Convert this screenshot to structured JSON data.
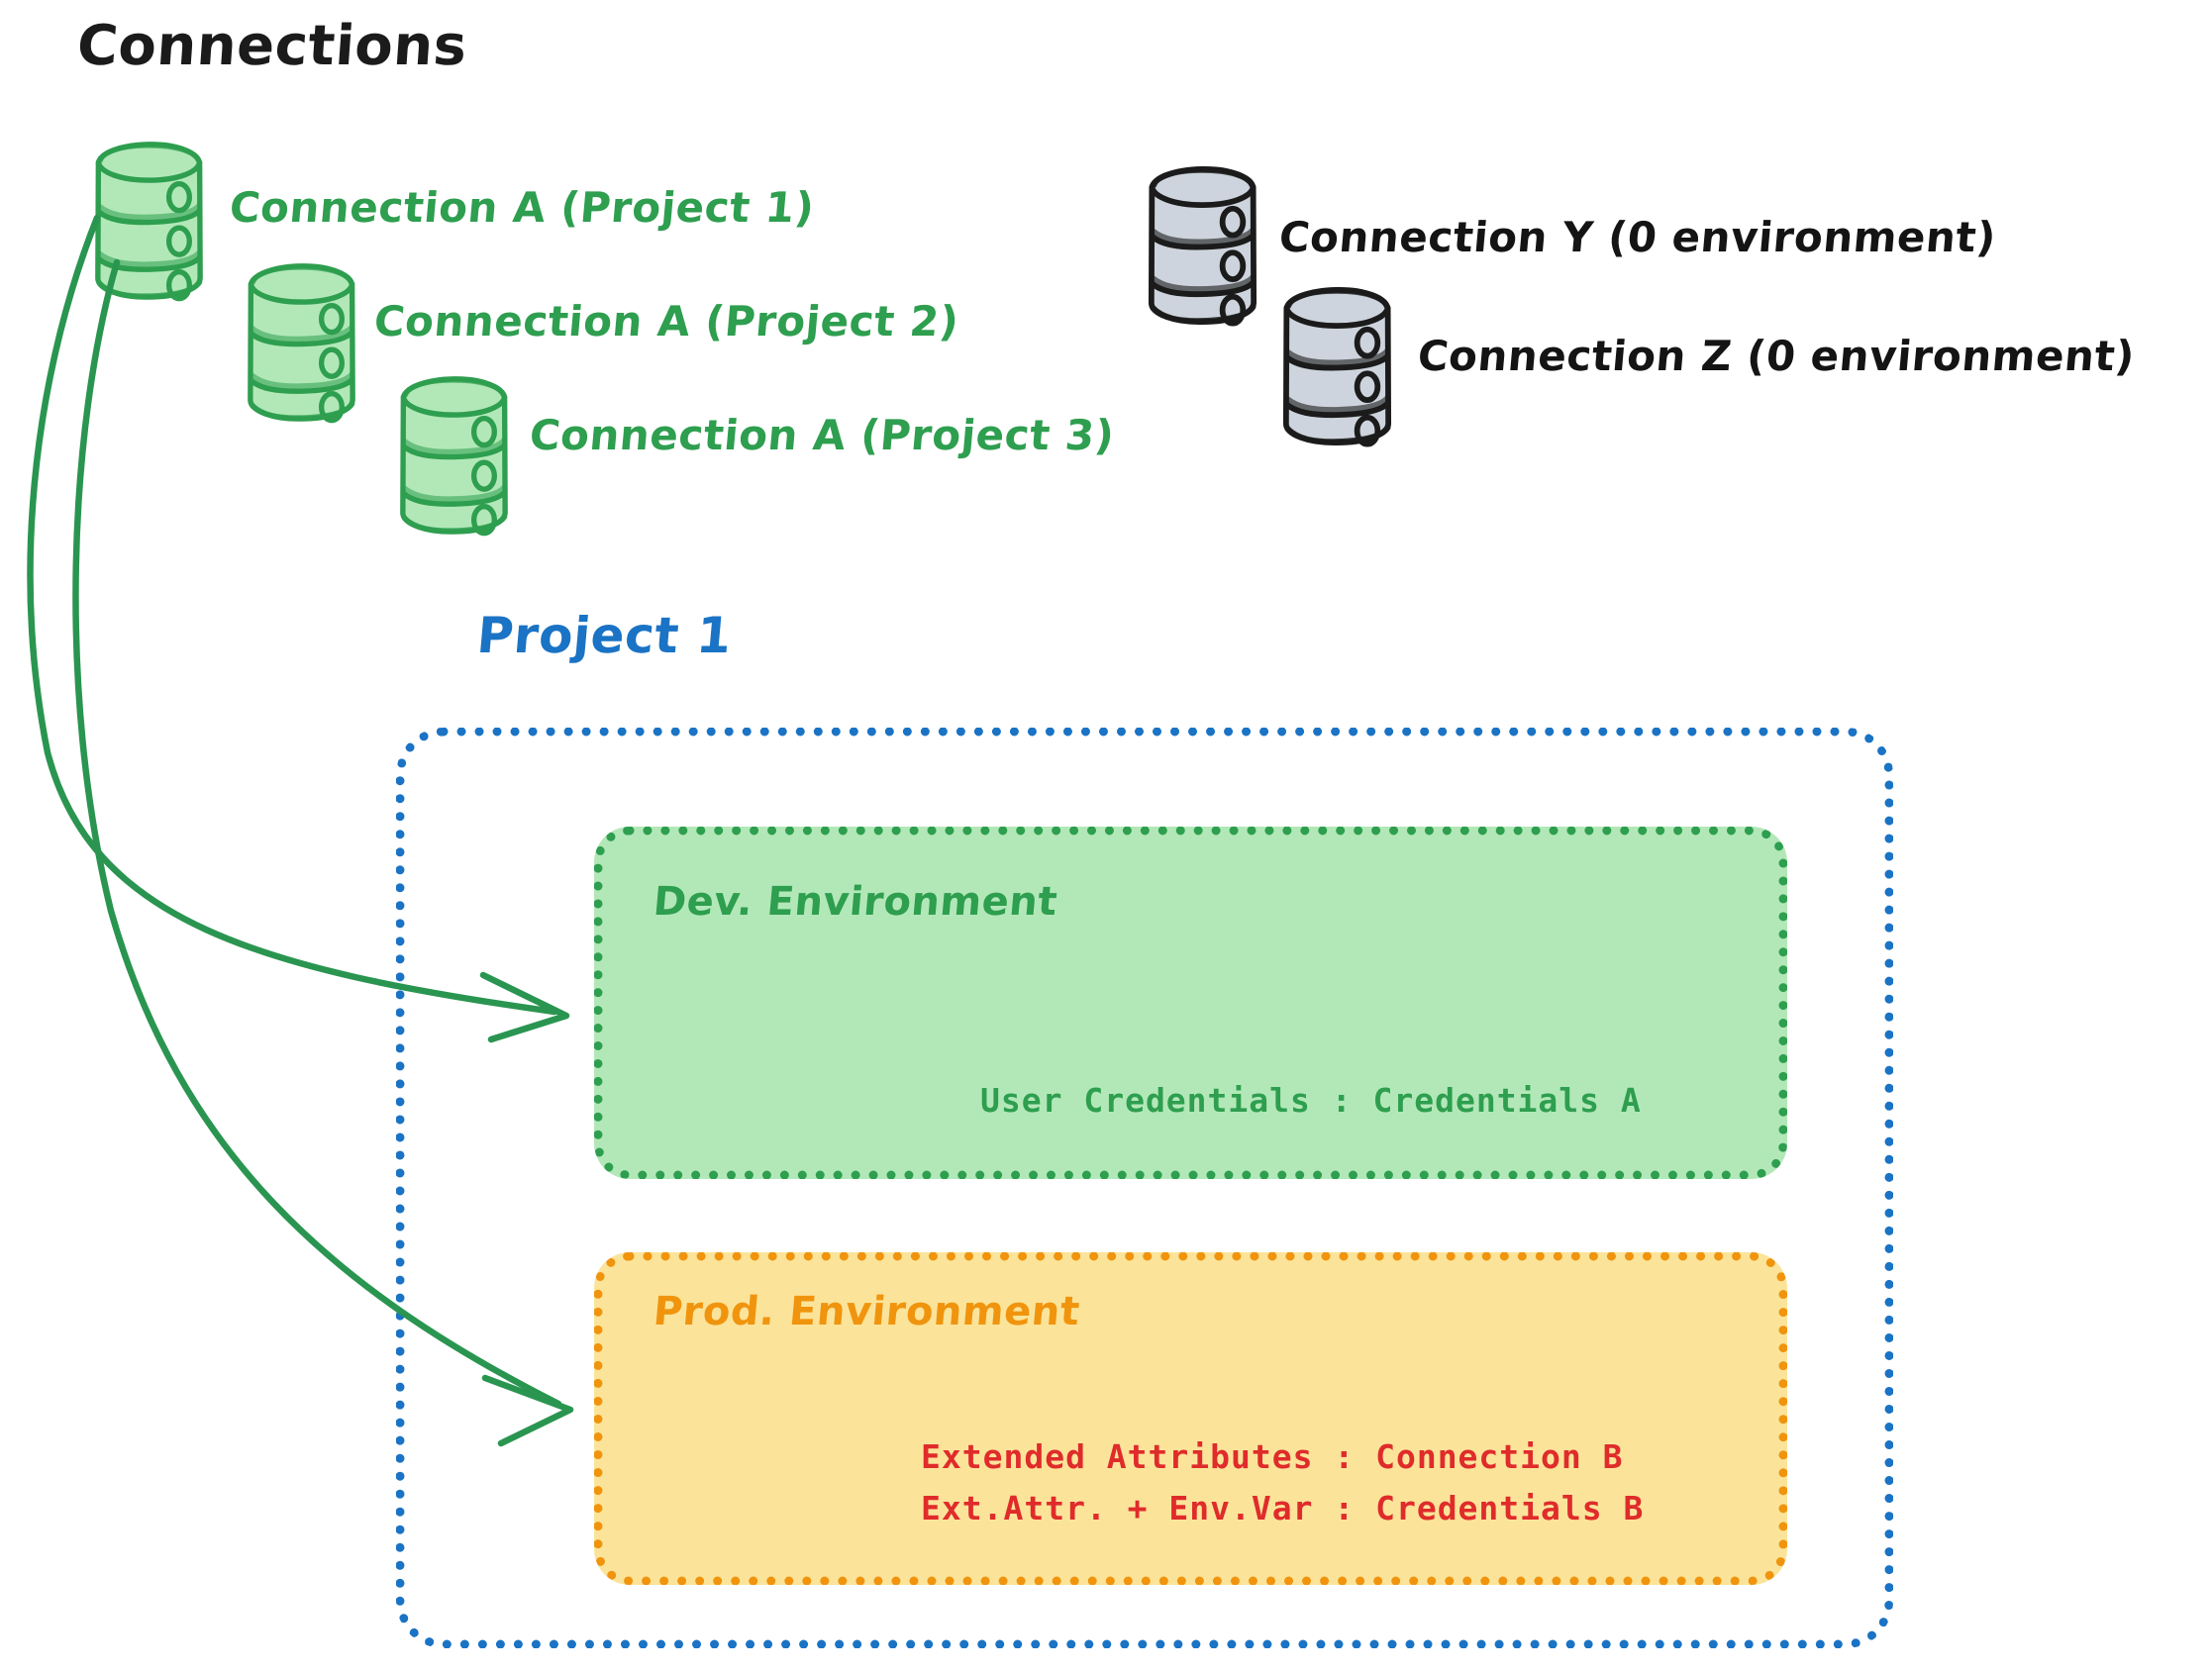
{
  "title": "Connections",
  "colors": {
    "green_stroke": "#2e9e4f",
    "green_fill": "#b2e8b8",
    "gray_fill": "#ced4dd",
    "gray_stroke": "#1b1b1b",
    "blue": "#1a73c4",
    "orange": "#f0940e",
    "orange_fill": "#fbe49a",
    "red": "#e02b2b",
    "black": "#141414"
  },
  "connections": {
    "green": [
      {
        "label": "Connection A (Project 1)",
        "icon": "database-icon"
      },
      {
        "label": "Connection A (Project 2)",
        "icon": "database-icon"
      },
      {
        "label": "Connection A (Project 3)",
        "icon": "database-icon"
      }
    ],
    "gray": [
      {
        "label": "Connection Y (0 environment)",
        "icon": "database-icon"
      },
      {
        "label": "Connection Z (0 environment)",
        "icon": "database-icon"
      }
    ]
  },
  "project": {
    "title": "Project 1",
    "environments": [
      {
        "name": "Dev. Environment",
        "kind": "dev",
        "entries": [
          "User Credentials : Credentials A"
        ]
      },
      {
        "name": "Prod. Environment",
        "kind": "prod",
        "entries": [
          "Extended Attributes : Connection B",
          "Ext.Attr. + Env.Var : Credentials B"
        ]
      }
    ]
  },
  "arrows": [
    {
      "from": "Connection A (Project 1)",
      "to": "Dev. Environment"
    },
    {
      "from": "Connection A (Project 1)",
      "to": "Prod. Environment"
    }
  ]
}
